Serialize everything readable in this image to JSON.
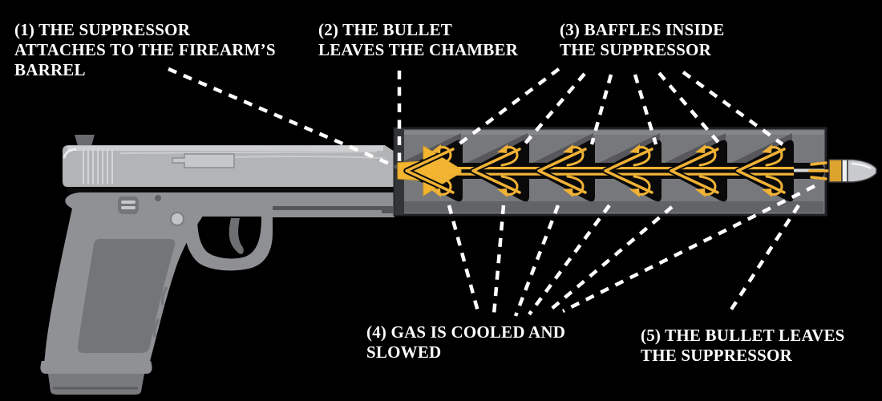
{
  "diagram": {
    "baffle_count": 6,
    "colors": {
      "background": "#000000",
      "label_text": "#ffffff",
      "leader_line": "#ffffff",
      "gas_flow_yellow": "#f0b235",
      "muzzle_flash_yellow": "#f3b530",
      "suppressor_tube_gray": "#77787b",
      "baffle_black": "#0a0a0b",
      "baffle_shadow_gray": "#58585c",
      "pistol_slide_gray": "#b3b4b6",
      "pistol_frame_gray": "#8f9093",
      "grip_panel_gray": "#747578",
      "bullet_brass": "#dca32d",
      "bullet_nose_silver": "#c9cacd"
    }
  },
  "labels": [
    {
      "lines": [
        "(1) THE SUPPRESSOR",
        "ATTACHES TO THE FIREARM’S",
        "BARREL"
      ]
    },
    {
      "lines": [
        "(2) THE BULLET",
        "LEAVES THE CHAMBER"
      ]
    },
    {
      "lines": [
        "(3) BAFFLES INSIDE",
        "THE SUPPRESSOR"
      ]
    },
    {
      "lines": [
        "(4) GAS IS COOLED AND",
        "SLOWED"
      ]
    },
    {
      "lines": [
        "(5) THE BULLET LEAVES",
        "THE SUPPRESSOR"
      ]
    }
  ]
}
